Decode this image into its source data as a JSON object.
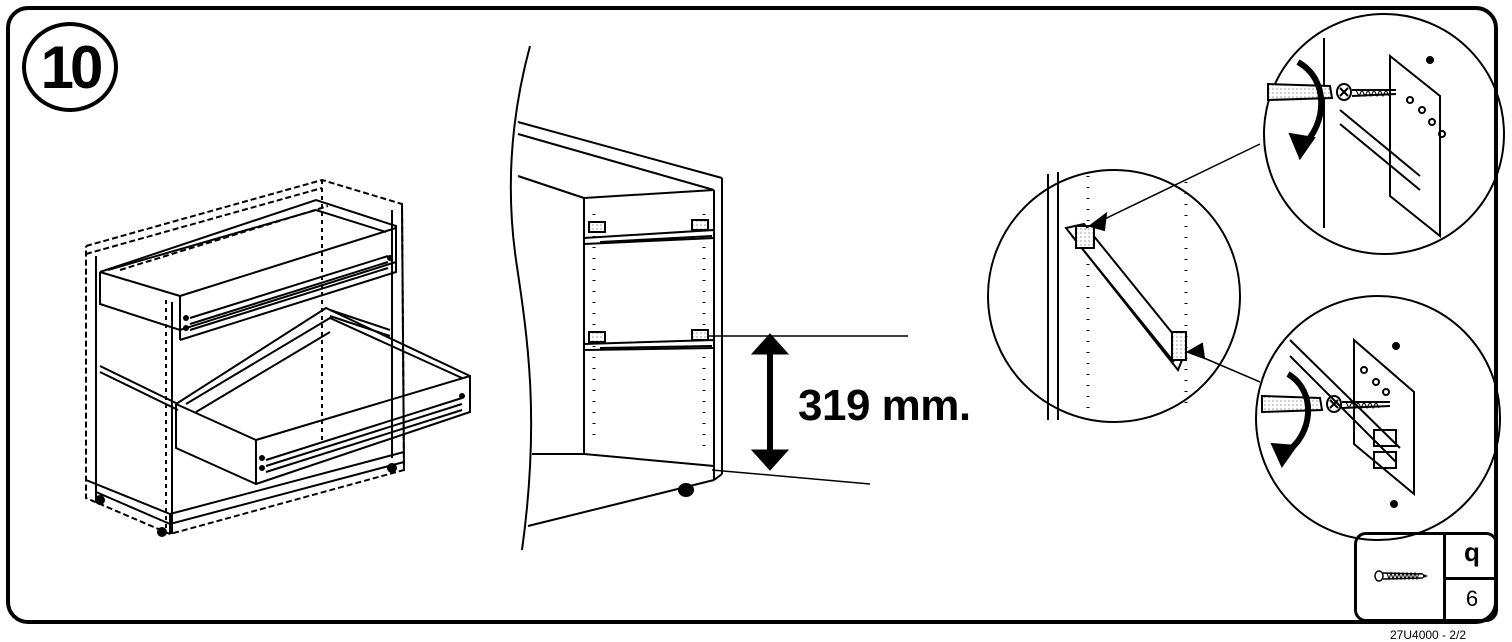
{
  "step": {
    "number": "10"
  },
  "dimension": {
    "label": "319 mm."
  },
  "parts": {
    "letter": "q",
    "quantity": "6",
    "icon": "screw-icon"
  },
  "footer": {
    "code": "27U4000 - 2/2"
  },
  "colors": {
    "ink": "#000000",
    "paper": "#ffffff",
    "shade": "#d8d8d8"
  }
}
